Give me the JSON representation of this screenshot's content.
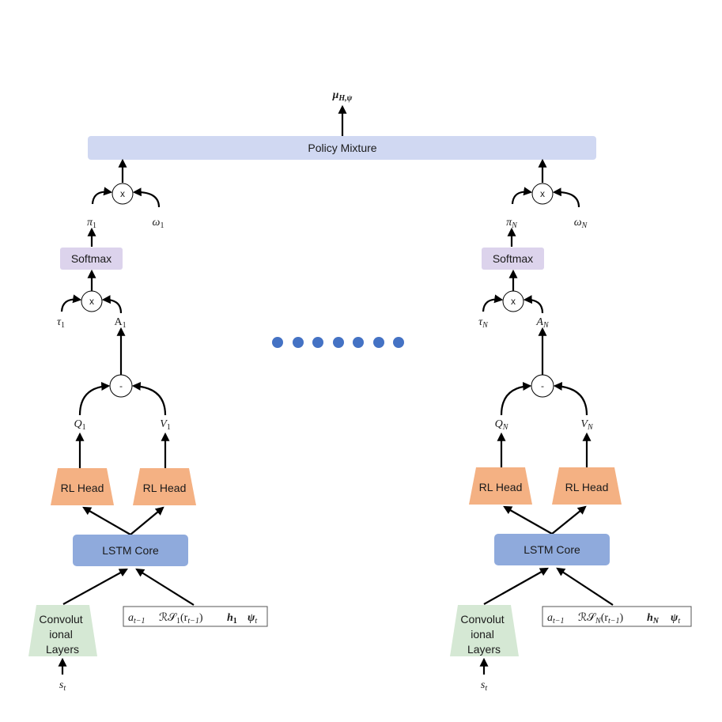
{
  "output": {
    "mu": "μ",
    "sub": "H,ψ"
  },
  "policy_mixture": "Policy Mixture",
  "ops": {
    "mul": "x",
    "minus": "-"
  },
  "softmax": "Softmax",
  "rl_head": "RL Head",
  "lstm_core": "LSTM Core",
  "conv_layers": [
    "Convolut",
    "ional",
    "Layers"
  ],
  "branches": [
    {
      "pi": "π",
      "pi_sub": "1",
      "omega": "ω",
      "omega_sub": "1",
      "tau": "τ",
      "tau_sub": "1",
      "adv": "A",
      "adv_sub": "1",
      "q": "Q",
      "q_sub": "1",
      "v": "V",
      "v_sub": "1",
      "state": "s",
      "state_sub": "t",
      "input": {
        "a": "a",
        "a_sub": "t−1",
        "rs": "ℛ𝒮",
        "rs_sub": "1",
        "rs_arg": "(r",
        "rs_arg_sub": "t−1",
        "rs_close": ")",
        "h": "h",
        "h_sub": "1",
        "psi": "ψ",
        "psi_sub": "t"
      }
    },
    {
      "pi": "π",
      "pi_sub": "N",
      "omega": "ω",
      "omega_sub": "N",
      "tau": "τ",
      "tau_sub": "N",
      "adv": "A",
      "adv_sub": "N",
      "q": "Q",
      "q_sub": "N",
      "v": "V",
      "v_sub": "N",
      "state": "s",
      "state_sub": "t",
      "input": {
        "a": "a",
        "a_sub": "t−1",
        "rs": "ℛ𝒮",
        "rs_sub": "N",
        "rs_arg": "(r",
        "rs_arg_sub": "t−1",
        "rs_close": ")",
        "h": "h",
        "h_sub": "N",
        "psi": "ψ",
        "psi_sub": "t"
      }
    }
  ],
  "colors": {
    "policy_mixture": "#d0d8f2",
    "softmax": "#dcd3ec",
    "rl_head": "#f4b183",
    "lstm": "#8faadc",
    "conv": "#d5e8d4",
    "dots": "#4472c4"
  }
}
